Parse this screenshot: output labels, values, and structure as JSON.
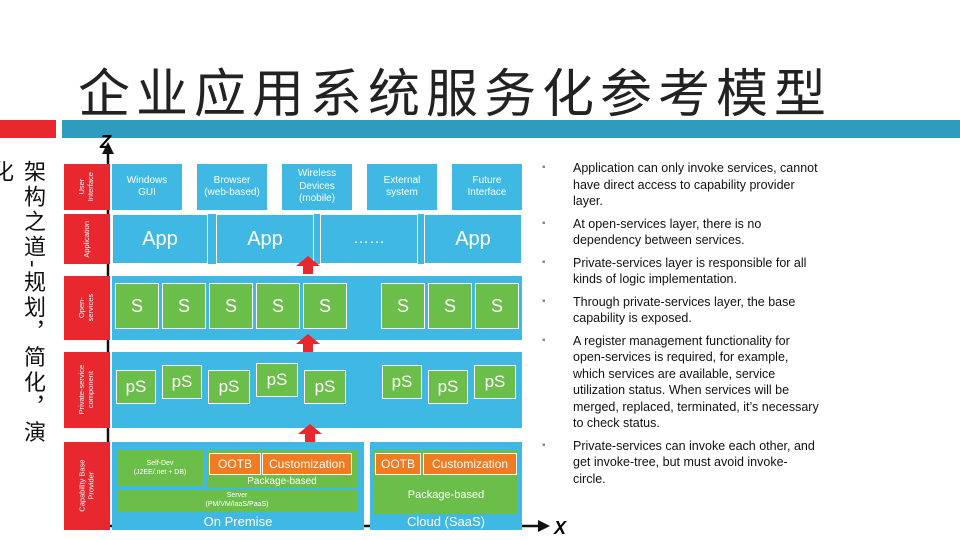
{
  "title": "企业应用系统服务化参考模型",
  "side_text": "架构之道-规划，简化，演化",
  "axes": {
    "z": "Z",
    "x": "X"
  },
  "layer_labels": {
    "ui": "User\nInterface",
    "app": "Application",
    "open": "Open-\nservices",
    "private": "Private-service\ncomponent",
    "base": "Capability Base\nProvider"
  },
  "ui_items": [
    "Windows\nGUI",
    "Browser\n(web-based)",
    "Wireless\nDevices\n(mobile)",
    "External\nsystem",
    "Future\nInterface"
  ],
  "app_items": [
    "App",
    "App",
    "……",
    "App"
  ],
  "s_items": [
    "S",
    "S",
    "S",
    "S",
    "S",
    "S",
    "S",
    "S"
  ],
  "ps_items": [
    "pS",
    "pS",
    "pS",
    "pS",
    "pS",
    "pS",
    "pS",
    "pS"
  ],
  "base": {
    "on_premise": {
      "self_dev": "Self-Dev\n(J2EE/.net + DB)",
      "ootb": "OOTB",
      "customization": "Customization",
      "package_based": "Package-based",
      "server": "Server\n(PM/VM/IaaS/PaaS)",
      "label": "On Premise"
    },
    "cloud": {
      "ootb": "OOTB",
      "customization": "Customization",
      "package_based": "Package-based",
      "label": "Cloud (SaaS)"
    }
  },
  "bullets": [
    "Application can only invoke services, cannot have direct access to capability provider layer.",
    "At open-services layer, there is no dependency between services.",
    "Private-services layer is responsible for all kinds of logic implementation.",
    "Through private-services layer, the base capability is exposed.",
    "A register management functionality for open-services is required, for example, which services are available, service utilization status. When services will be merged, replaced, terminated, it’s necessary to check status.",
    "Private-services can invoke each other, and get invoke-tree, but must avoid invoke-circle."
  ],
  "colors": {
    "red": "#e8272f",
    "teal": "#2f9bbf",
    "blue": "#3fb9e3",
    "green": "#6bbe4a",
    "orange": "#f07b22"
  }
}
